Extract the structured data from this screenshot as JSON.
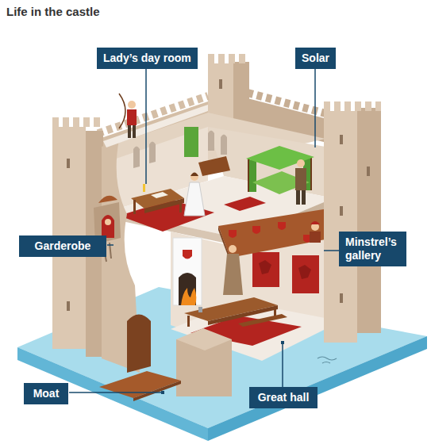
{
  "diagram": {
    "title": "Life in the castle",
    "nodes": [
      {
        "text": [
          "Lady’s day room"
        ]
      },
      {
        "text": [
          "Solar"
        ]
      },
      {
        "text": [
          "Garderobe"
        ]
      },
      {
        "text": [
          "Minstrel’s gallery"
        ]
      },
      {
        "text": [
          "Moat"
        ]
      },
      {
        "text": [
          "Great hall"
        ]
      }
    ]
  }
}
